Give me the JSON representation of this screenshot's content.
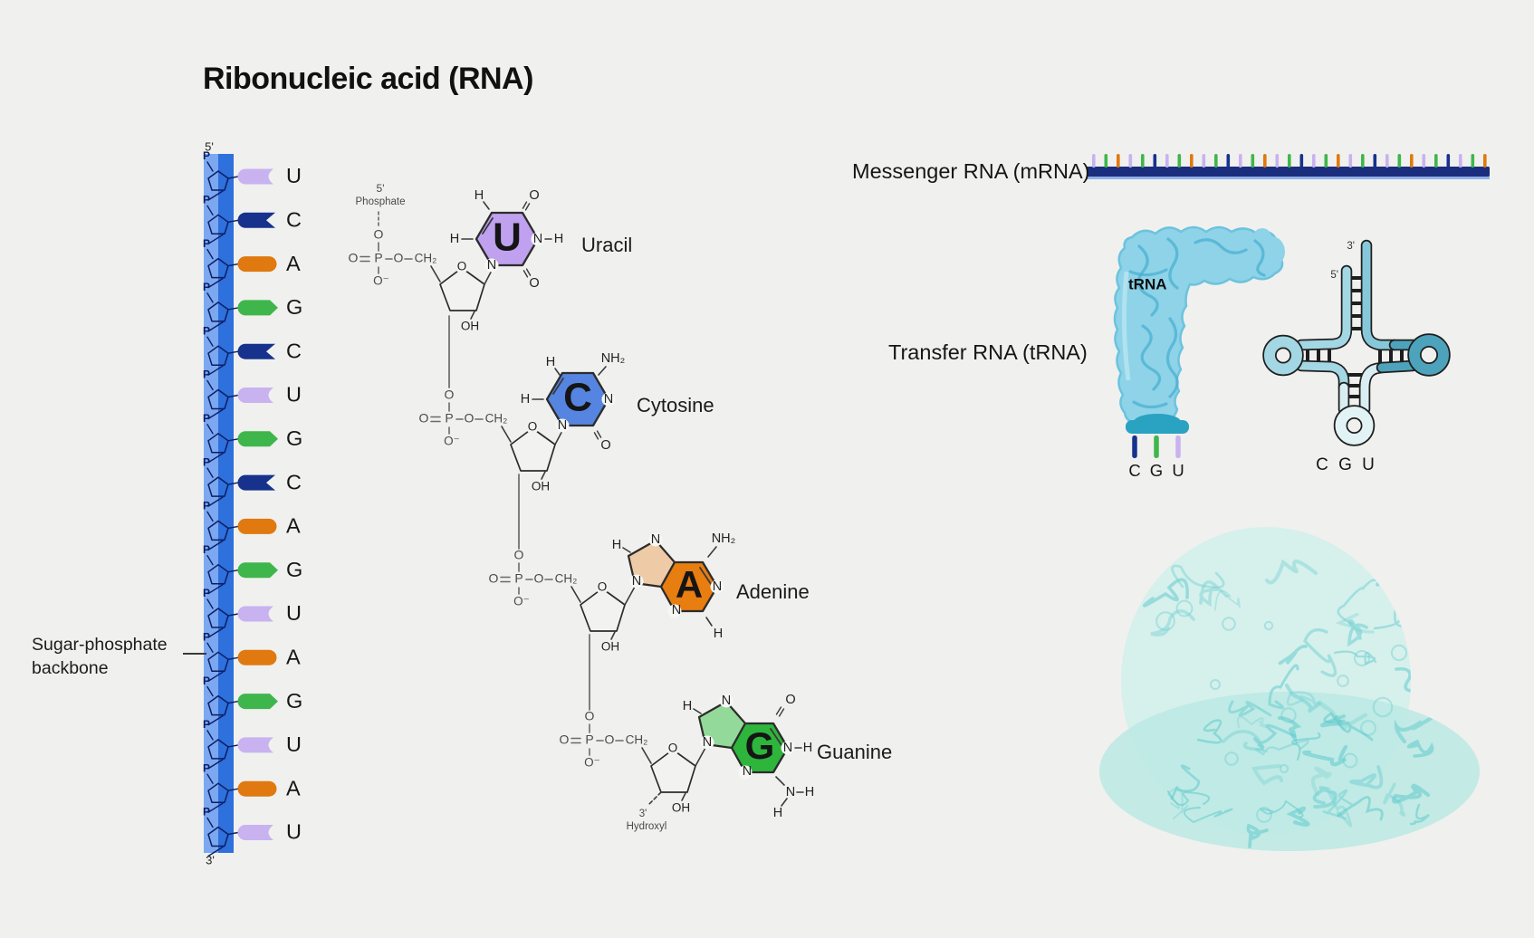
{
  "title": "Ribonucleic acid (RNA)",
  "colors": {
    "background": "#f0f0ee",
    "bases": {
      "U": "#c9b2f0",
      "C": "#16328c",
      "A": "#e0790f",
      "G": "#3fb64b"
    },
    "backbone_light": "#7ba8f0",
    "backbone_dark": "#2e70dc",
    "backbone_line": "#0c1e63",
    "mrna_bar": "#1a2e7d",
    "mrna_bar_under": "#8fb0ea",
    "trna_body": "#8ed3e8",
    "trna_edge": "#6cc3dd",
    "trna_detail": "#49b0d2",
    "trna_cap": "#2aa2c2",
    "clover_stem": "#86c8da",
    "clover_left": "#a3d7e3",
    "clover_right": "#4da3bc",
    "clover_bottom": "#d8eef2",
    "clover_bottom_loop": "#e2f3f5",
    "ribosome_large": "#d3efeb",
    "ribosome_small": "#bce8e4",
    "ribosome_texture": "#7ad2d4",
    "chem": {
      "uracil": "#bfa1ef",
      "cytosine": "#5585e0",
      "adenine": "#e87d10",
      "adenine_fused": "#eecba6",
      "guanine": "#2db53c",
      "guanine_fused": "#93d99a"
    }
  },
  "backbone": {
    "five_prime": "5'",
    "three_prime": "3'",
    "phosphate_symbol": "P",
    "label_line1": "Sugar-phosphate",
    "label_line2": "backbone",
    "sequence": [
      "U",
      "C",
      "A",
      "G",
      "C",
      "U",
      "G",
      "C",
      "A",
      "G",
      "U",
      "A",
      "G",
      "U",
      "A",
      "U"
    ]
  },
  "chem": {
    "shared": {
      "o": "O",
      "p": "P",
      "ch2": "CH₂",
      "o_minus": "O⁻",
      "oh": "OH",
      "h": "H",
      "n": "N",
      "nh2": "NH₂",
      "five_prime": "5'",
      "phosphate_word": "Phosphate",
      "three_prime": "3'",
      "hydroxyl_word": "Hydroxyl"
    },
    "nucleotides": [
      {
        "id": "uracil",
        "letter": "U",
        "label": "Uracil"
      },
      {
        "id": "cytosine",
        "letter": "C",
        "label": "Cytosine"
      },
      {
        "id": "adenine",
        "letter": "A",
        "label": "Adenine"
      },
      {
        "id": "guanine",
        "letter": "G",
        "label": "Guanine"
      }
    ]
  },
  "mrna": {
    "label": "Messenger RNA (mRNA)",
    "ticks": [
      "U",
      "G",
      "A",
      "U",
      "G",
      "C",
      "U",
      "G",
      "A",
      "U",
      "G",
      "C",
      "U",
      "G",
      "A",
      "U",
      "G",
      "C",
      "U",
      "G",
      "A",
      "U",
      "G",
      "C",
      "U",
      "G",
      "A",
      "U",
      "G",
      "C",
      "U",
      "G",
      "A"
    ]
  },
  "trna": {
    "label": "Transfer RNA (tRNA)",
    "tag": "tRNA",
    "anticodon": [
      "C",
      "G",
      "U"
    ],
    "cloverleaf": {
      "three_prime": "3'",
      "five_prime": "5'",
      "anticodon": [
        "C",
        "G",
        "U"
      ]
    }
  }
}
